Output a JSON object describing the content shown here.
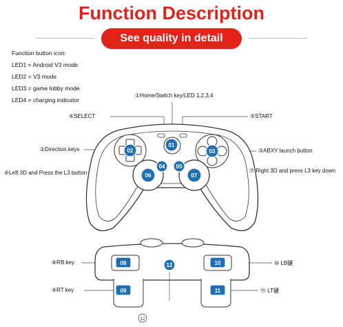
{
  "title": "Function Description",
  "banner": "See quality in detail",
  "legend": {
    "heading": "Function button icon:",
    "led1": "LED1 = Android V3 mode",
    "led2": "LED2 = V3 mode",
    "led3": "LED3 = game lobby mode",
    "led4": "LED4 = charging indicator"
  },
  "labels": {
    "home": "①Home/Switch key/LED 1,2,3,4",
    "select": "④SELECT",
    "start": "⑤START",
    "direction": "②Direction keys",
    "abxy": "③ABXY launch button",
    "l3": "⑥Left 3D and Press the L3 button",
    "r3": "⑦ Right 3D and press L3 key down",
    "rb": "⑧RB key",
    "lb": "⑩ LB键",
    "rt": "⑨RT key",
    "lt": "⑪ LT键"
  },
  "badges": {
    "b01": "01",
    "b02": "02",
    "b03": "03",
    "b04": "04",
    "b05": "05",
    "b06": "06",
    "b07": "07",
    "b08": "08",
    "b09": "09",
    "b10": "10",
    "b11": "11",
    "b12": "12"
  },
  "footer_mark": "12",
  "colors": {
    "accent": "#e2231a",
    "badge": "#1f6fb5"
  }
}
